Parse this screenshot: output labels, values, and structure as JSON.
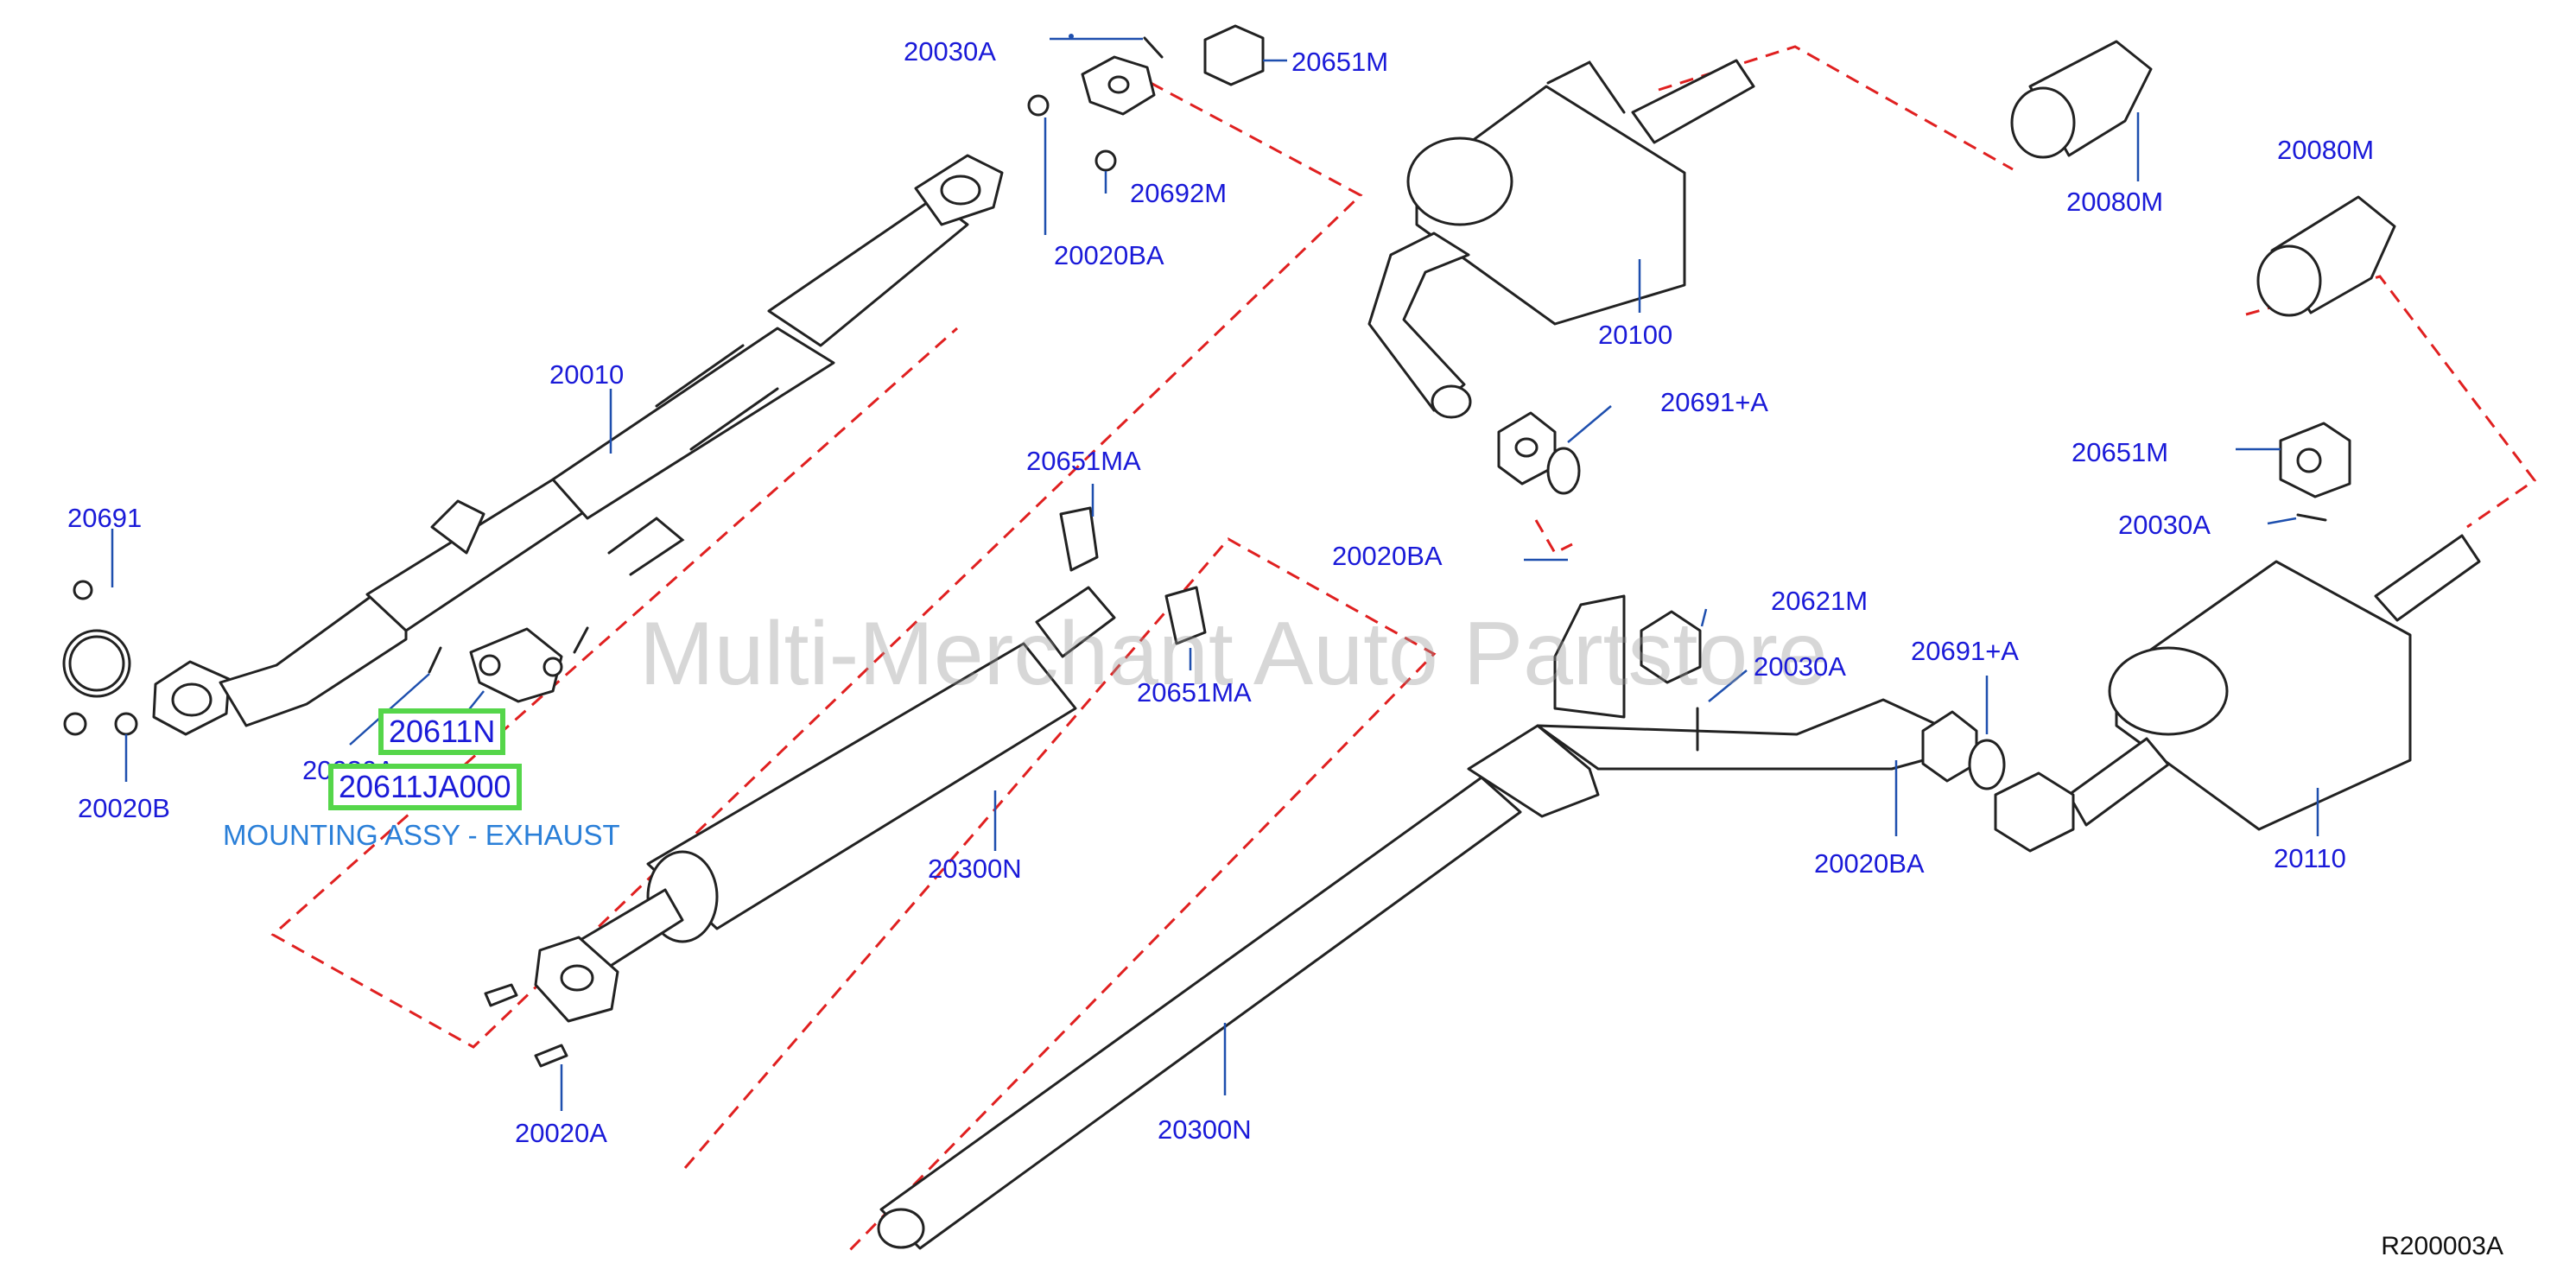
{
  "watermark": "Multi-Merchant Auto Partstore",
  "diagram_ref": "R200003A",
  "highlight_description": "MOUNTING ASSY - EXHAUST",
  "part_labels": {
    "p20030A_top": "20030A",
    "p20651M_top": "20651M",
    "p20692M": "20692M",
    "p20020BA_top": "20020BA",
    "p20010": "20010",
    "p20691": "20691",
    "p20020B": "20020B",
    "p20611N": "20611N",
    "p20611JA000": "20611JA000",
    "p20030A_left": "20030A",
    "p20651MA_top": "20651MA",
    "p20651MA_mid": "20651MA",
    "p20300N_mid": "20300N",
    "p20020A": "20020A",
    "p20300N_bottom": "20300N",
    "p20100": "20100",
    "p20080M_top": "20080M",
    "p20080M_right": "20080M",
    "p20691A_top": "20691+A",
    "p20020BA_mid": "20020BA",
    "p20621M": "20621M",
    "p20030A_mid": "20030A",
    "p20691A_right": "20691+A",
    "p20020BA_bottom": "20020BA",
    "p20651M_right": "20651M",
    "p20030A_right": "20030A",
    "p20110": "20110"
  }
}
